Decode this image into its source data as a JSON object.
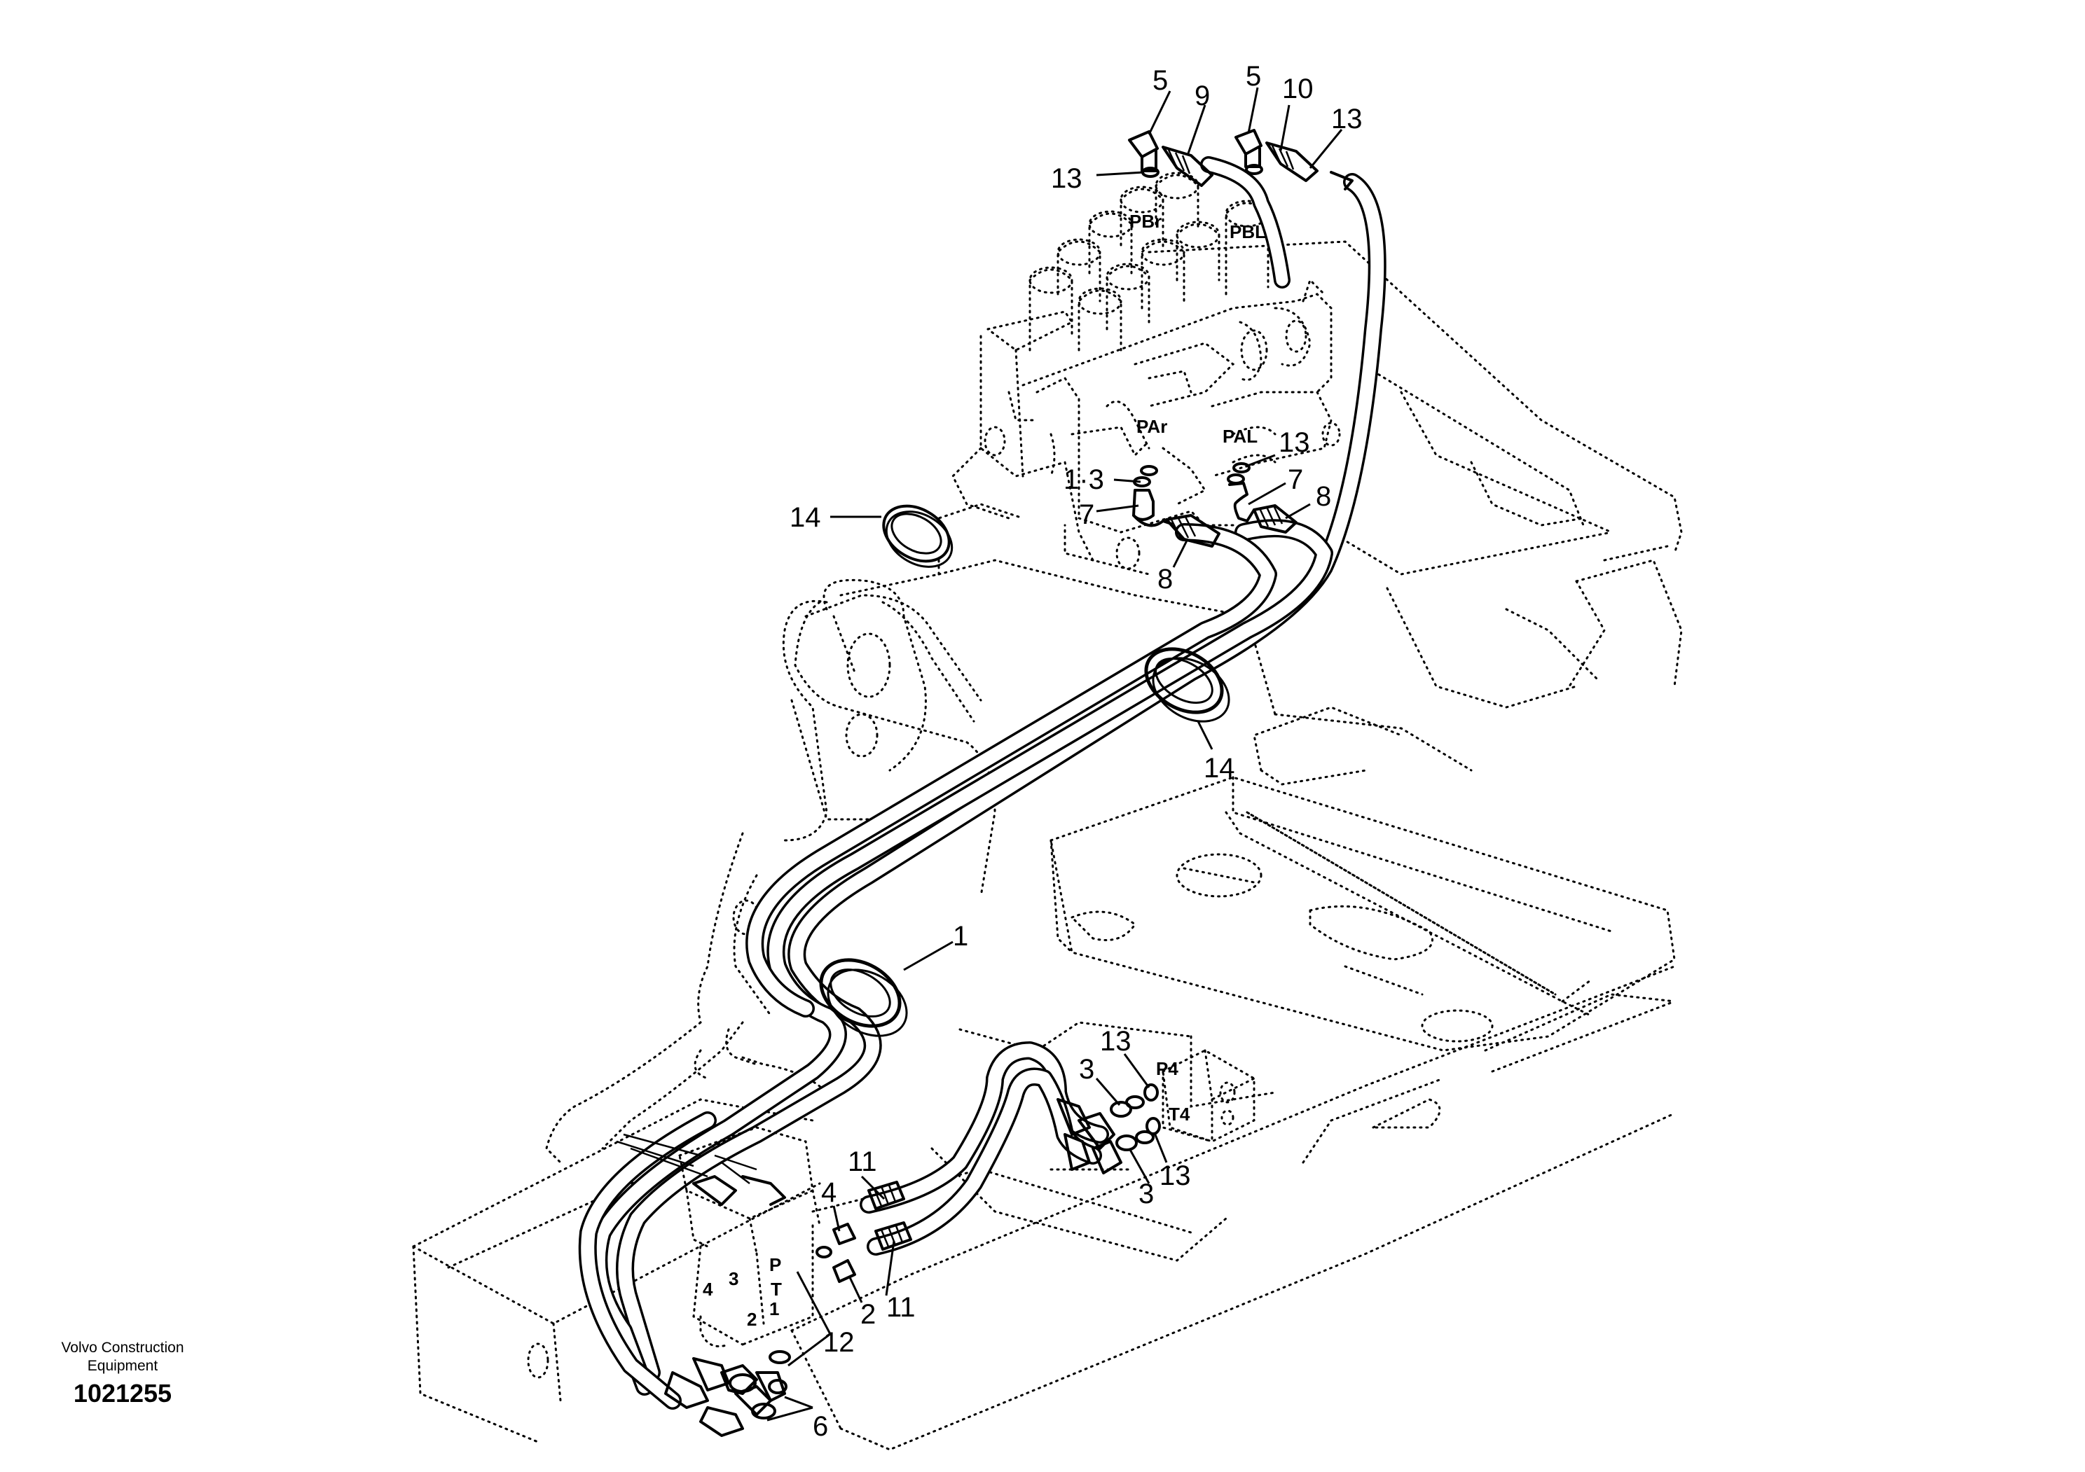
{
  "brand": {
    "line1": "Volvo Construction",
    "line2": "Equipment"
  },
  "drawing_number": "1021255",
  "callouts": {
    "c5a": "5",
    "c9": "9",
    "c5b": "5",
    "c10": "10",
    "c13a": "13",
    "c13b": "13",
    "c13c": "13",
    "c13d": "1·3",
    "c7a": "7",
    "c7b": "7",
    "c8a": "8",
    "c8b": "8",
    "c14a": "14",
    "c14b": "14",
    "c1": "1",
    "c13e": "13",
    "c3a": "3",
    "c3b": "3",
    "c13f": "13",
    "c11a": "11",
    "c11b": "11",
    "c4": "4",
    "c2": "2",
    "c12": "12",
    "c6": "6"
  },
  "ports": {
    "pbr": "PBr",
    "pbl": "PBL",
    "par": "PAr",
    "pal": "PAL",
    "p4": "P4",
    "t4": "T4",
    "p": "P",
    "t": "T",
    "n4": "4",
    "n3": "3",
    "n2": "2",
    "n1": "1"
  }
}
